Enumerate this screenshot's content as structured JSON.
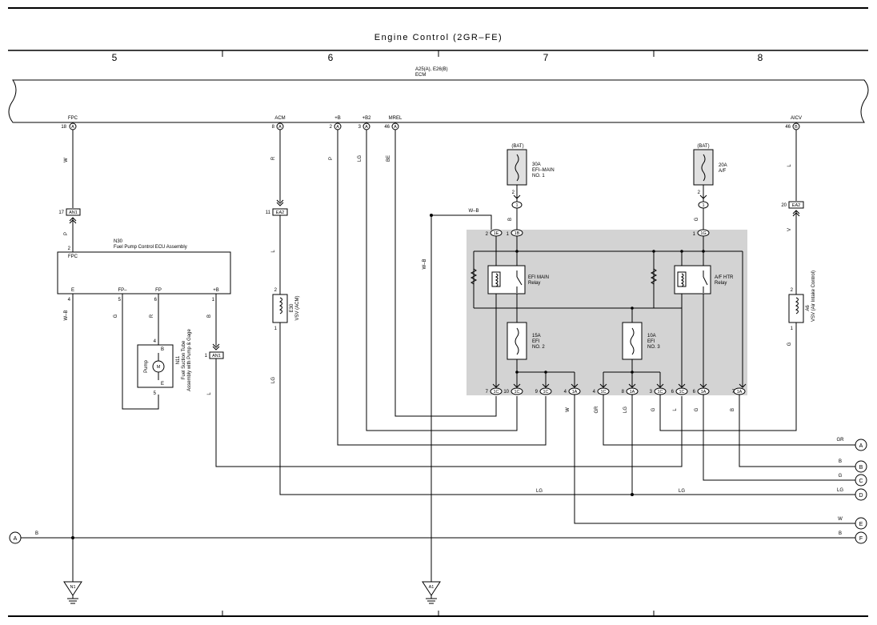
{
  "title": "Engine Control (2GR–FE)",
  "columns": [
    "5",
    "6",
    "7",
    "8"
  ],
  "ecm": {
    "ref": "A25(A), E26(B)",
    "name": "ECM"
  },
  "ecm_pins": [
    {
      "name": "FPC",
      "num": "18",
      "conn": "A"
    },
    {
      "name": "ACM",
      "num": "8",
      "conn": "A"
    },
    {
      "name": "+B",
      "num": "2",
      "conn": "A"
    },
    {
      "name": "+B2",
      "num": "3",
      "conn": "A"
    },
    {
      "name": "MREL",
      "num": "46",
      "conn": "A"
    },
    {
      "name": "AICV",
      "num": "46",
      "conn": "B"
    }
  ],
  "wire_colors": {
    "fpc": "W",
    "fpc_p": "P",
    "acm": "R",
    "acm_l": "L",
    "acm_lg": "LG",
    "b": "P",
    "b2": "LG",
    "mrel": "BE",
    "aicv_l": "L",
    "aicv_v": "V",
    "aicv_g": "G",
    "wb_top": "W–B",
    "wb_vert": "W–B",
    "efi_main_b": "B",
    "af_g": "G",
    "e_wb": "W–B",
    "fpm_g": "G",
    "fp_r": "R",
    "plusb_b": "B",
    "an1_l": "L",
    "pin1c10_lg": "LG"
  },
  "fuses": {
    "efi_main": {
      "bat": "(BAT)",
      "amp": "30A",
      "name": "EFI–MAIN",
      "no": "NO. 1"
    },
    "af": {
      "bat": "(BAT)",
      "amp": "20A",
      "name": "A/F"
    },
    "efi2": {
      "amp": "15A",
      "name": "EFI",
      "no": "NO. 2"
    },
    "efi3": {
      "amp": "10A",
      "name": "EFI",
      "no": "NO. 3"
    }
  },
  "relays": {
    "efi_main": {
      "line1": "EFI MAIN",
      "line2": "Relay"
    },
    "af_htr": {
      "line1": "A/F HTR",
      "line2": "Relay"
    }
  },
  "fpc_ecu": {
    "ref": "N30",
    "name": "Fuel Pump Control ECU Assembly",
    "pins": [
      {
        "name": "FPC",
        "num": "2"
      },
      {
        "name": "E",
        "num": "4"
      },
      {
        "name": "FP–",
        "num": "5"
      },
      {
        "name": "FP",
        "num": "6"
      },
      {
        "name": "+B",
        "num": "1"
      }
    ]
  },
  "pump": {
    "ref": "N11",
    "line1": "Fuel Suction Tube",
    "line2": "Assembly with Pump & Gage",
    "label": "Pump",
    "motor": "M",
    "pin_b": "B",
    "pin_e": "E",
    "num_b": "4",
    "num_e": "5"
  },
  "vsv_acm": {
    "ref": "E30",
    "name": "VSV (ACM)",
    "pin_top": "2",
    "pin_bot": "1"
  },
  "vsv_aicv": {
    "ref": "A6",
    "name": "VSV (Air Intake Control)",
    "pin_top": "2",
    "pin_bot": "1"
  },
  "junctions": {
    "an1_top": {
      "num": "17",
      "name": "AN1"
    },
    "ea2_left": {
      "num": "11",
      "name": "EA2"
    },
    "an1_mid": {
      "num": "1",
      "name": "AN1"
    },
    "ea2_right": {
      "num": "20",
      "name": "EA2"
    }
  },
  "jb_top": [
    {
      "num": "2",
      "name": "1E"
    },
    {
      "num": "1",
      "name": "1B"
    },
    {
      "num": "1",
      "name": "1G"
    }
  ],
  "jb_fuse_pins": {
    "efi_main": "2",
    "af": "2",
    "inline_efi": "1",
    "inline_af": "1"
  },
  "jb_bottom": [
    {
      "num": "7",
      "name": "1C",
      "wire": ""
    },
    {
      "num": "10",
      "name": "1C",
      "wire": ""
    },
    {
      "num": "9",
      "name": "1C",
      "wire": ""
    },
    {
      "num": "4",
      "name": "1A",
      "wire": "W"
    },
    {
      "num": "4",
      "name": "1C",
      "wire": "GR"
    },
    {
      "num": "8",
      "name": "1A",
      "wire": "LG"
    },
    {
      "num": "3",
      "name": "1C",
      "wire": "G"
    },
    {
      "num": "6",
      "name": "1C",
      "wire": "L"
    },
    {
      "num": "6",
      "name": "1A",
      "wire": "G"
    },
    {
      "num": "7",
      "name": "1A",
      "wire": "B"
    }
  ],
  "off_page": [
    {
      "letter": "A",
      "wire": "GR"
    },
    {
      "letter": "B",
      "wire": "B"
    },
    {
      "letter": "C",
      "wire": "G"
    },
    {
      "letter": "D",
      "wire": "LG"
    },
    {
      "letter": "E",
      "wire": "W"
    },
    {
      "letter": "F",
      "wire": "B"
    }
  ],
  "d_line_mid": "LG",
  "d_line_left": "LG",
  "left_conn": {
    "letter": "A",
    "wire": "B"
  },
  "grounds": [
    {
      "name": "N1"
    },
    {
      "name": "A1"
    }
  ],
  "colors": {
    "relay_box": "#d3d3d3",
    "fuse_fill": "#e0e0e0",
    "line": "#000000"
  }
}
